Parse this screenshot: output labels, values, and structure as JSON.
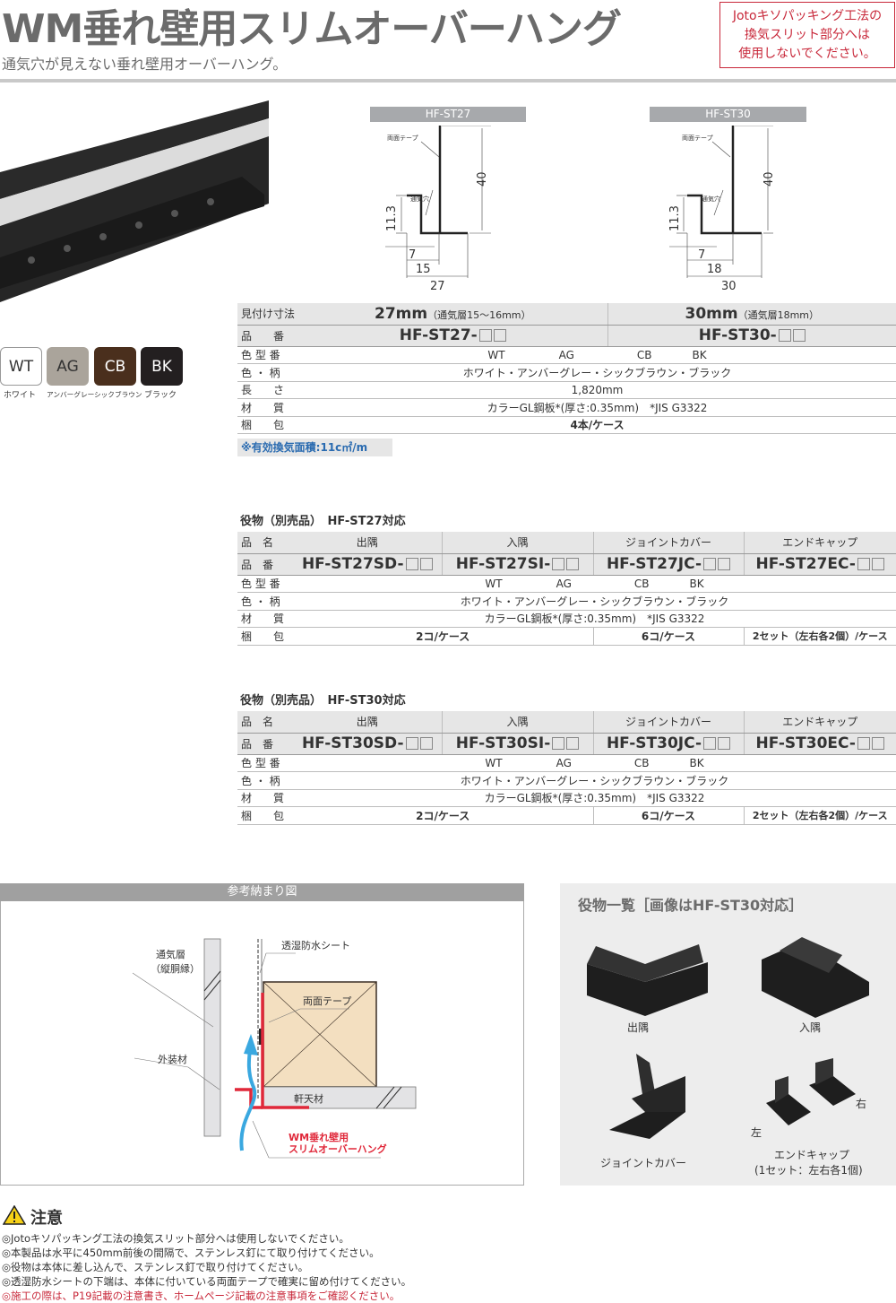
{
  "header": {
    "title": "WM垂れ壁用スリムオーバーハング",
    "subtitle": "通気穴が見えない垂れ壁用オーバーハング。",
    "warning_lines": [
      "Jotoキソパッキング工法の",
      "換気スリット部分へは",
      "使用しないでください。"
    ]
  },
  "colors": {
    "chips": [
      {
        "code": "WT",
        "name": "ホワイト",
        "bg": "#ffffff",
        "fg": "#333333"
      },
      {
        "code": "AG",
        "name": "アンバーグレー",
        "bg": "#aaa49b",
        "fg": "#333333"
      },
      {
        "code": "CB",
        "name": "シックブラウン",
        "bg": "#4a2f1d",
        "fg": "#ffffff"
      },
      {
        "code": "BK",
        "name": "ブラック",
        "bg": "#231f20",
        "fg": "#ffffff"
      }
    ],
    "accent_red": "#c8283a",
    "air_blue": "#3aa8e0",
    "wood": "#f3dfc0"
  },
  "sections": {
    "st27": {
      "label": "HF-ST27",
      "tape": "両面テープ",
      "hole": "通気穴",
      "dims": [
        "40",
        "11.3",
        "7",
        "15",
        "27"
      ]
    },
    "st30": {
      "label": "HF-ST30",
      "tape": "両面テープ",
      "hole": "通気穴",
      "dims": [
        "40",
        "11.3",
        "7",
        "18",
        "30"
      ]
    }
  },
  "spec": {
    "r0_label": "見付け寸法",
    "size27": "27mm",
    "size27_note": "（通気層15～16mm）",
    "size30": "30mm",
    "size30_note": "（通気層18mm）",
    "r1_label": "品　　番",
    "code27": "HF-ST27-",
    "code30": "HF-ST30-",
    "r2_label": "色 型 番",
    "color_codes": [
      "WT",
      "AG",
      "CB",
      "BK"
    ],
    "r3_label": "色 ・ 柄",
    "color_names": "ホワイト・アンバーグレー・シックブラウン・ブラック",
    "r4_label": "長　　さ",
    "length": "1,820mm",
    "r5_label": "材　　質",
    "material": "カラーGL鋼板*(厚さ:0.35mm)　*JIS G3322",
    "r6_label": "梱　　包",
    "packing": "4本/ケース",
    "note": "※有効換気面積:11c㎡/m"
  },
  "accessories27": {
    "title": "役物（別売品）　HF-ST27対応",
    "name_label": "品　名",
    "names": [
      "出隅",
      "入隅",
      "ジョイントカバー",
      "エンドキャップ"
    ],
    "code_label": "品　番",
    "codes": [
      "HF-ST27SD-",
      "HF-ST27SI-",
      "HF-ST27JC-",
      "HF-ST27EC-"
    ],
    "color_label": "色 型 番",
    "color_codes": [
      "WT",
      "AG",
      "CB",
      "BK"
    ],
    "pattern_label": "色 ・ 柄",
    "color_names": "ホワイト・アンバーグレー・シックブラウン・ブラック",
    "material_label": "材　　質",
    "material": "カラーGL鋼板*(厚さ:0.35mm)　*JIS G3322",
    "packing_label": "梱　　包",
    "packing": [
      "2コ/ケース",
      "6コ/ケース",
      "2セット（左右各2個）/ケース"
    ]
  },
  "accessories30": {
    "title": "役物（別売品）　HF-ST30対応",
    "name_label": "品　名",
    "names": [
      "出隅",
      "入隅",
      "ジョイントカバー",
      "エンドキャップ"
    ],
    "code_label": "品　番",
    "codes": [
      "HF-ST30SD-",
      "HF-ST30SI-",
      "HF-ST30JC-",
      "HF-ST30EC-"
    ],
    "color_label": "色 型 番",
    "color_codes": [
      "WT",
      "AG",
      "CB",
      "BK"
    ],
    "pattern_label": "色 ・ 柄",
    "color_names": "ホワイト・アンバーグレー・シックブラウン・ブラック",
    "material_label": "材　　質",
    "material": "カラーGL鋼板*(厚さ:0.35mm)　*JIS G3322",
    "packing_label": "梱　　包",
    "packing": [
      "2コ/ケース",
      "6コ/ケース",
      "2セット（左右各2個）/ケース"
    ]
  },
  "reference": {
    "title": "参考納まり図",
    "labels": {
      "sheet": "透湿防水シート",
      "air_layer1": "通気層",
      "air_layer2": "（縦胴縁）",
      "tape": "両面テープ",
      "exterior": "外装材",
      "soffit": "軒天材",
      "product1": "WM垂れ壁用",
      "product2": "スリムオーバーハング"
    }
  },
  "accessory_list": {
    "title": "役物一覧［画像はHF-ST30対応］",
    "items": {
      "sd": "出隅",
      "si": "入隅",
      "jc": "ジョイントカバー",
      "ec": "エンドキャップ",
      "ec_note": "(1セット：左右各1個)",
      "left": "左",
      "right": "右"
    }
  },
  "caution": {
    "title": "注意",
    "lines": [
      "◎Jotoキソパッキング工法の換気スリット部分へは使用しないでください。",
      "◎本製品は水平に450mm前後の間隔で、ステンレス釘にて取り付けてください。",
      "◎役物は本体に差し込んで、ステンレス釘で取り付けてください。",
      "◎透湿防水シートの下端は、本体に付いている両面テープで確実に留め付けてください。"
    ],
    "red_line": "◎施工の際は、P19記載の注意書き、ホームページ記載の注意事項をご確認ください。"
  }
}
